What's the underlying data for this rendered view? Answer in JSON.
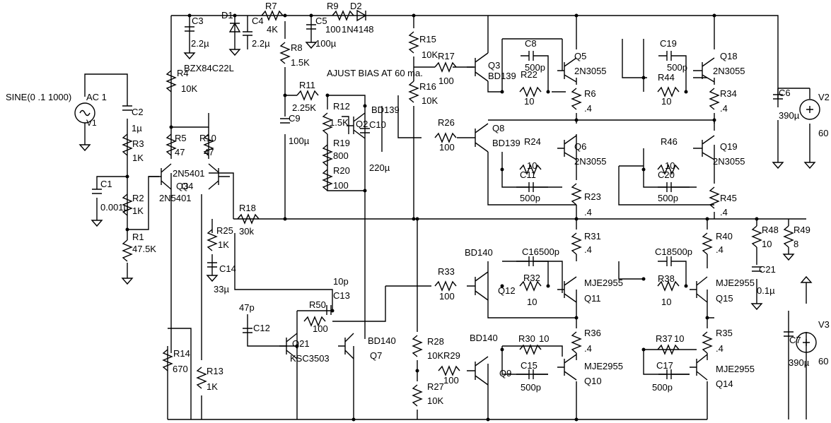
{
  "sources": {
    "v1_spec": "SINE(0 .1 1000)",
    "v1_ac": "AC 1",
    "v1_name": "V1",
    "v2_name": "V2",
    "v2_value": "60",
    "v3_name": "V3",
    "v3_value": "60"
  },
  "note": "AJUST BIAS AT 60 ma.",
  "resistors": {
    "R1": "R1",
    "R1v": "47.5K",
    "R2": "R2",
    "R2v": "1K",
    "R3": "R3",
    "R3v": "1K",
    "R4": "R4",
    "R4v": "10K",
    "R5": "R5",
    "R5v": "47",
    "R6": "R6",
    "R6v": ".4",
    "R7": "R7",
    "R7v": "4K",
    "R8": "R8",
    "R8v": "1.5K",
    "R9": "R9",
    "R9v": "100",
    "R10": "R10",
    "R10v": "47",
    "R11": "R11",
    "R11v": "2.25K",
    "R12": "R12",
    "R12v": "1.5K",
    "R13": "R13",
    "R13v": "1K",
    "R14": "R14",
    "R14v": "670",
    "R15": "R15",
    "R15v": "10K",
    "R16": "R16",
    "R16v": "10K",
    "R17": "R17",
    "R17v": "100",
    "R18": "R18",
    "R18v": "30k",
    "R19": "R19",
    "R19v": "800",
    "R20": "R20",
    "R20v": "100",
    "R22": "R22",
    "R22v": "10",
    "R23": "R23",
    "R23v": ".4",
    "R24": "R24",
    "R24v": "10",
    "R25": "R25",
    "R25v": "1K",
    "R26": "R26",
    "R26v": "100",
    "R27": "R27",
    "R27v": "10K",
    "R28": "R28",
    "R28v": "10K",
    "R29": "R29",
    "R29v": "100",
    "R30": "R30",
    "R30v": "10",
    "R31": "R31",
    "R31v": ".4",
    "R32": "R32",
    "R32v": "10",
    "R33": "R33",
    "R33v": "100",
    "R34": "R34",
    "R34v": ".4",
    "R35": "R35",
    "R35v": ".4",
    "R36": "R36",
    "R36v": ".4",
    "R37": "R37",
    "R37v": "10",
    "R38": "R38",
    "R38v": "10",
    "R40": "R40",
    "R40v": ".4",
    "R44": "R44",
    "R44v": "10",
    "R45": "R45",
    "R45v": ".4",
    "R46": "R46",
    "R46v": "10",
    "R48": "R48",
    "R48v": "10",
    "R49": "R49",
    "R49v": "8",
    "R50": "R50",
    "R50v": "100"
  },
  "capacitors": {
    "C1": "C1",
    "C1v": "0.001µ",
    "C2": "C2",
    "C2v": "1µ",
    "C3": "C3",
    "C3v": "2.2µ",
    "C4": "C4",
    "C4v": "2.2µ",
    "C5": "C5",
    "C5v": "100µ",
    "C6": "C6",
    "C6v": "390µ",
    "C7": "C7",
    "C7v": "390µ",
    "C8": "C8",
    "C8v": "500p",
    "C9": "C9",
    "C9v": "100µ",
    "C10": "C10",
    "C10v": "220µ",
    "C11": "C11",
    "C11v": "500p",
    "C12": "C12",
    "C12v": "47p",
    "C13": "C13",
    "C13v": "10p",
    "C14": "C14",
    "C14v": "33µ",
    "C15": "C15",
    "C15v": "500p",
    "C16": "C16",
    "C16v": "500p",
    "C17": "C17",
    "C17v": "500p",
    "C18": "C18",
    "C18v": "500p",
    "C19": "C19",
    "C19v": "500p",
    "C20": "C20",
    "C20v": "500p",
    "C21": "C21",
    "C21v": "0.1µ"
  },
  "diodes": {
    "D1": "D1",
    "D1v": "BZX84C22L",
    "D2": "D2",
    "D2v": "1N4148"
  },
  "transistors": {
    "Q2": "Q2",
    "Q2v": "BD139",
    "Q3": "Q3",
    "Q3v": "BD139",
    "Q4": "Q4",
    "Q3b": "Q3",
    "Q34v": "2N5401",
    "Q34v2": "2N5401",
    "Q5": "Q5",
    "Q5v": "2N3055",
    "Q6": "Q6",
    "Q6v": "2N3055",
    "Q7": "Q7",
    "Q7v": "BD140",
    "Q8": "Q8",
    "Q8v": "BD139",
    "Q9": "Q9",
    "Q9v": "BD140",
    "Q10": "Q10",
    "Q10v": "MJE2955",
    "Q11": "Q11",
    "Q11v": "MJE2955",
    "Q12": "Q12",
    "Q12v": "BD140",
    "Q14": "Q14",
    "Q14v": "MJE2955",
    "Q15": "Q15",
    "Q15v": "MJE2955",
    "Q18": "Q18",
    "Q18v": "2N3055",
    "Q19": "Q19",
    "Q19v": "2N3055",
    "Q21": "Q21",
    "Q21v": "KSC3503"
  }
}
